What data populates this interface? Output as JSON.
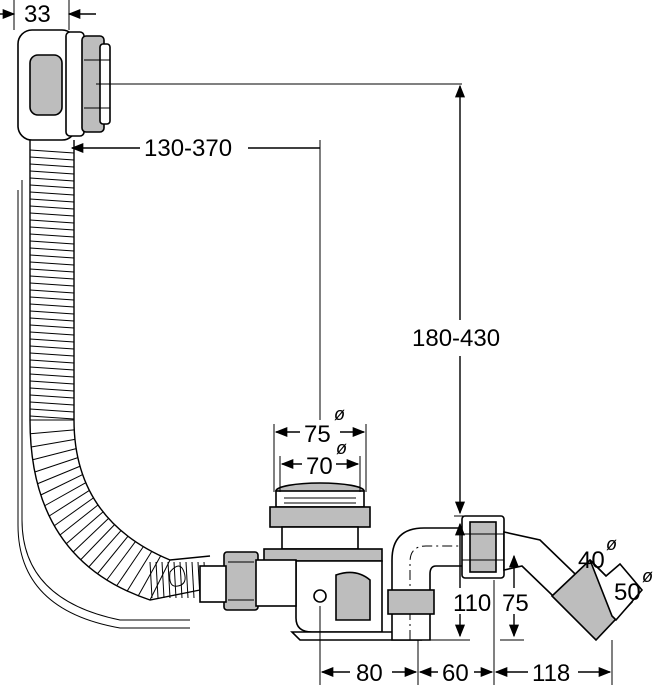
{
  "dimensions": {
    "overflow_offset": "33",
    "horizontal_reach": "130-370",
    "vertical_reach": "180-430",
    "outlet_75": "75",
    "outlet_70": "70",
    "height_110": "110",
    "height_75": "75",
    "dist_80": "80",
    "dist_60": "60",
    "dist_118": "118",
    "pipe_40": "40",
    "pipe_50": "50"
  },
  "diameter_symbol": "ø",
  "colors": {
    "line": "#000000",
    "shade": "#bdbdbd",
    "background": "#ffffff"
  }
}
